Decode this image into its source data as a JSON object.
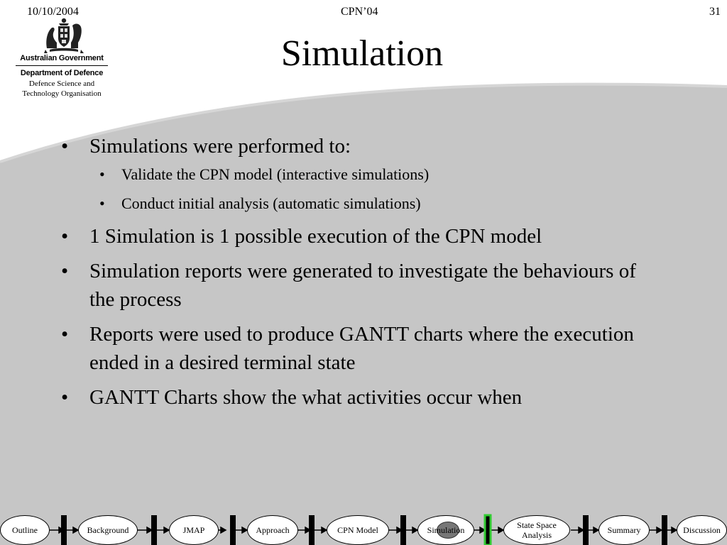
{
  "header": {
    "date": "10/10/2004",
    "conference": "CPN’04",
    "slide_number": "31"
  },
  "organisation": {
    "government": "Australian Government",
    "department": "Department of Defence",
    "organisation_line1": "Defence Science and",
    "organisation_line2": "Technology Organisation",
    "logo_icon": "coat-of-arms"
  },
  "title": "Simulation",
  "bullets": [
    {
      "text": "Simulations were performed to:",
      "sub": [
        "Validate the CPN model (interactive simulations)",
        "Conduct initial analysis (automatic simulations)"
      ]
    },
    {
      "text": "1 Simulation is 1 possible execution of the CPN model"
    },
    {
      "text": "Simulation reports were generated to investigate the behaviours of the process"
    },
    {
      "text": "Reports were used to produce GANTT charts where the execution ended in a desired terminal state"
    },
    {
      "text": "GANTT Charts show the what activities occur when"
    }
  ],
  "bullet_symbol": "•",
  "navigation": {
    "items": [
      "Outline",
      "Background",
      "JMAP",
      "Approach",
      "CPN Model",
      "Simulation",
      "State Space Analysis",
      "Summary",
      "Discussion"
    ],
    "current": "Simulation",
    "current_marker_color": "#33cc33"
  },
  "colors": {
    "background_band": "#c6c6c6",
    "background_light": "#ffffff"
  }
}
